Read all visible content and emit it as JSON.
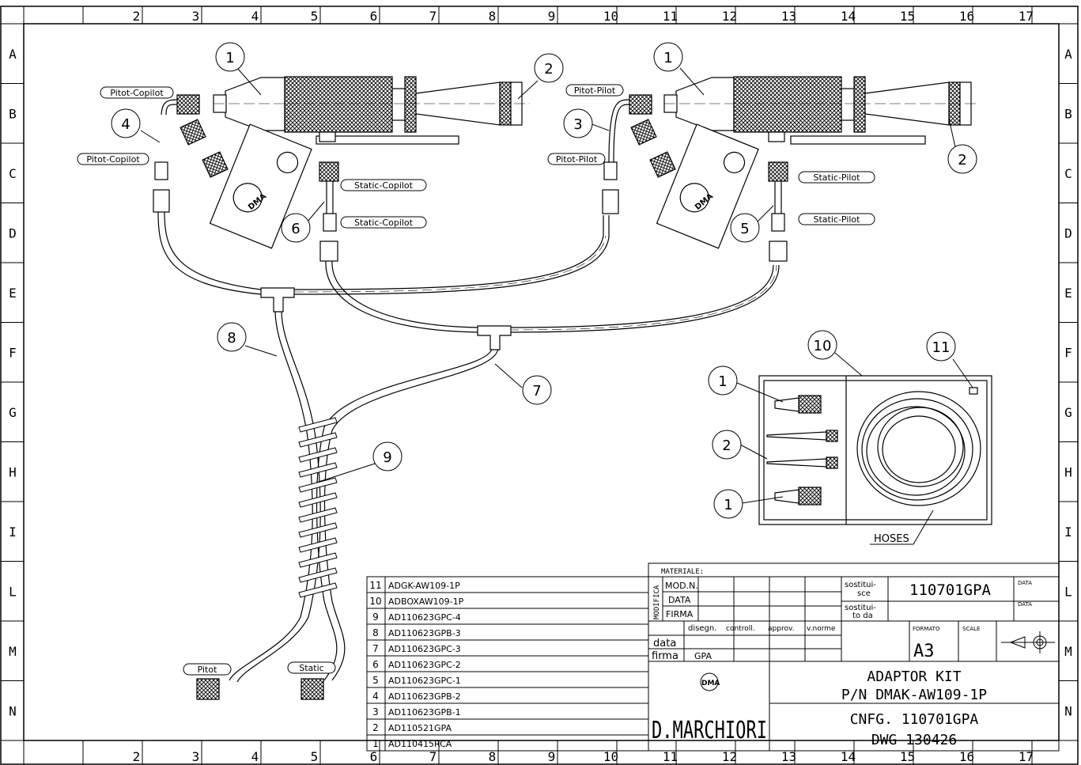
{
  "border": {
    "cols": [
      "",
      "2",
      "3",
      "4",
      "5",
      "6",
      "7",
      "8",
      "9",
      "10",
      "11",
      "12",
      "13",
      "14",
      "15",
      "16",
      "17"
    ],
    "rows": [
      "A",
      "B",
      "C",
      "D",
      "E",
      "F",
      "G",
      "H",
      "I",
      "L",
      "M",
      "N"
    ]
  },
  "balloons": {
    "b1a": "1",
    "b2a": "2",
    "b1b": "1",
    "b2b": "2",
    "b3": "3",
    "b4": "4",
    "b5": "5",
    "b6": "6",
    "b7": "7",
    "b8": "8",
    "b9": "9",
    "b10": "10",
    "b11": "11",
    "box1a": "1",
    "box2": "2",
    "box1b": "1"
  },
  "labels": {
    "pitot_copilot_top": "Pitot-Copilot",
    "pitot_copilot_side": "Pitot-Copilot",
    "static_copilot_top": "Static-Copilot",
    "static_copilot_bottom": "Static-Copilot",
    "pitot_pilot_top": "Pitot-Pilot",
    "pitot_pilot_side": "Pitot-Pilot",
    "static_pilot_top": "Static-Pilot",
    "static_pilot_bottom": "Static-Pilot",
    "pitot_end": "Pitot",
    "static_end": "Static",
    "hoses": "HOSES",
    "logo": "DMA"
  },
  "parts_list": [
    {
      "item": "11",
      "code": "ADGK-AW109-1P"
    },
    {
      "item": "10",
      "code": "ADBOXAW109-1P"
    },
    {
      "item": "9",
      "code": "AD110623GPC-4"
    },
    {
      "item": "8",
      "code": "AD110623GPB-3"
    },
    {
      "item": "7",
      "code": "AD110623GPC-3"
    },
    {
      "item": "6",
      "code": "AD110623GPC-2"
    },
    {
      "item": "5",
      "code": "AD110623GPC-1"
    },
    {
      "item": "4",
      "code": "AD110623GPB-2"
    },
    {
      "item": "3",
      "code": "AD110623GPB-1"
    },
    {
      "item": "2",
      "code": "AD110521GPA"
    },
    {
      "item": "1",
      "code": "AD110415RCA"
    }
  ],
  "title_block": {
    "materiale": "MATERIALE:",
    "modifica": "MODIFICA",
    "mod_n": "MOD.N.",
    "data": "DATA",
    "firma": "FIRMA",
    "disegn": "disegn.",
    "controll": "controll.",
    "approv": "approv.",
    "vnorme": "v.norme",
    "data_lower": "data",
    "firma_lower": "firma",
    "firma_value": "GPA",
    "sostituisce": "sostitui-\nsce",
    "sostituisce_value": "110701GPA",
    "sostituito_da": "sostitui-\nto da",
    "data_small_1": "DATA",
    "data_small_2": "DATA",
    "formato_label": "FORMATO",
    "formato_value": "A3",
    "scale_label": "SCALE",
    "company": "D.MARCHIORI",
    "title_1": "ADAPTOR KIT",
    "title_2": "P/N DMAK-AW109-1P",
    "cnfg": "CNFG. 110701GPA",
    "dwg": "DWG 130426"
  }
}
